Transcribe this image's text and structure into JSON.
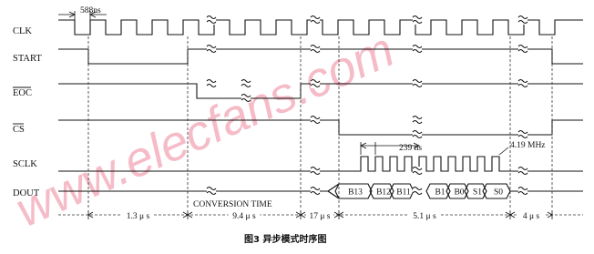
{
  "signals": {
    "clk": "CLK",
    "start": "START",
    "eoc": "EOC",
    "cs": "CS",
    "sclk": "SCLK",
    "dout": "DOUT"
  },
  "annotations": {
    "clk_period": "588ns",
    "sclk_period": "239 ns",
    "sclk_freq": "4.19 MHz",
    "conversion_time": "CONVERSION TIME"
  },
  "dout_bits": [
    "B13",
    "B12",
    "B11",
    "B1",
    "B0",
    "S1",
    "S0"
  ],
  "timing": [
    "1.3 μ s",
    "9.4 μ s",
    "17 μ s",
    "5.1 μ s",
    "4 μ s"
  ],
  "caption": "图3   异步模式时序图",
  "watermark": "www.elecfans.com"
}
